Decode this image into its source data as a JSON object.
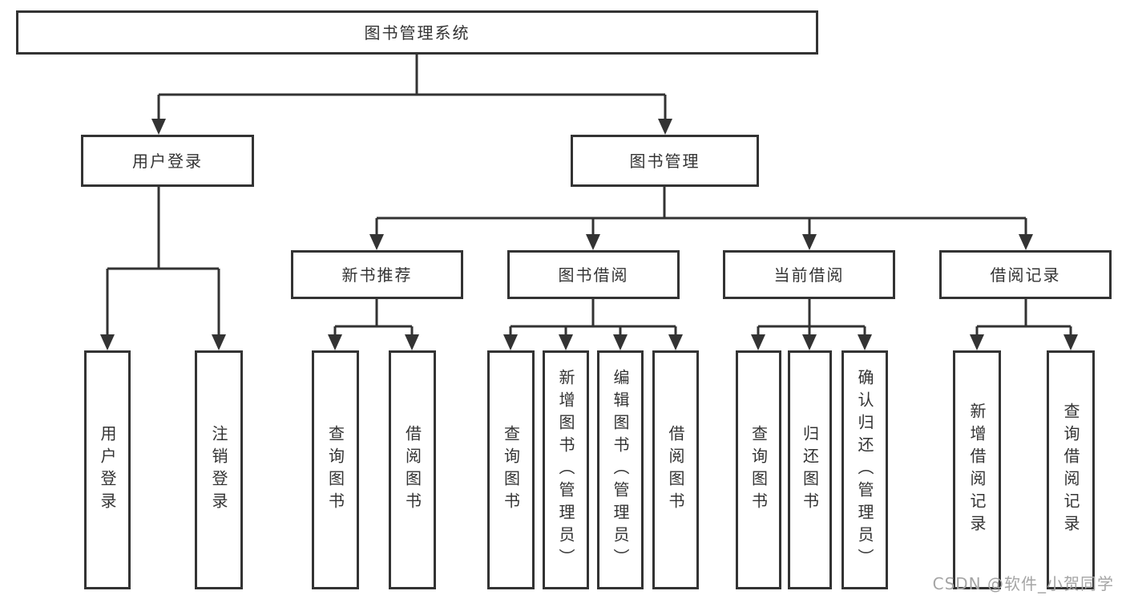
{
  "tree": {
    "root": "图书管理系统",
    "user_login": {
      "label": "用户登录",
      "children": [
        "用户登录",
        "注销登录"
      ]
    },
    "book_mgmt": {
      "label": "图书管理",
      "sections": {
        "new_books": {
          "label": "新书推荐",
          "children": [
            "查询图书",
            "借阅图书"
          ]
        },
        "book_borrow": {
          "label": "图书借阅",
          "children": [
            "查询图书",
            "新增图书（管理员）",
            "编辑图书（管理员）",
            "借阅图书"
          ]
        },
        "current_borrow": {
          "label": "当前借阅",
          "children": [
            "查询图书",
            "归还图书",
            "确认归还（管理员）"
          ]
        },
        "borrow_records": {
          "label": "借阅记录",
          "children": [
            "新增借阅记录",
            "查询借阅记录"
          ]
        }
      }
    }
  },
  "watermark": "CSDN @软件_小贺同学",
  "colors": {
    "line": "#333333",
    "text": "#333333",
    "watermark": "#a5a5a5",
    "background": "#ffffff"
  }
}
